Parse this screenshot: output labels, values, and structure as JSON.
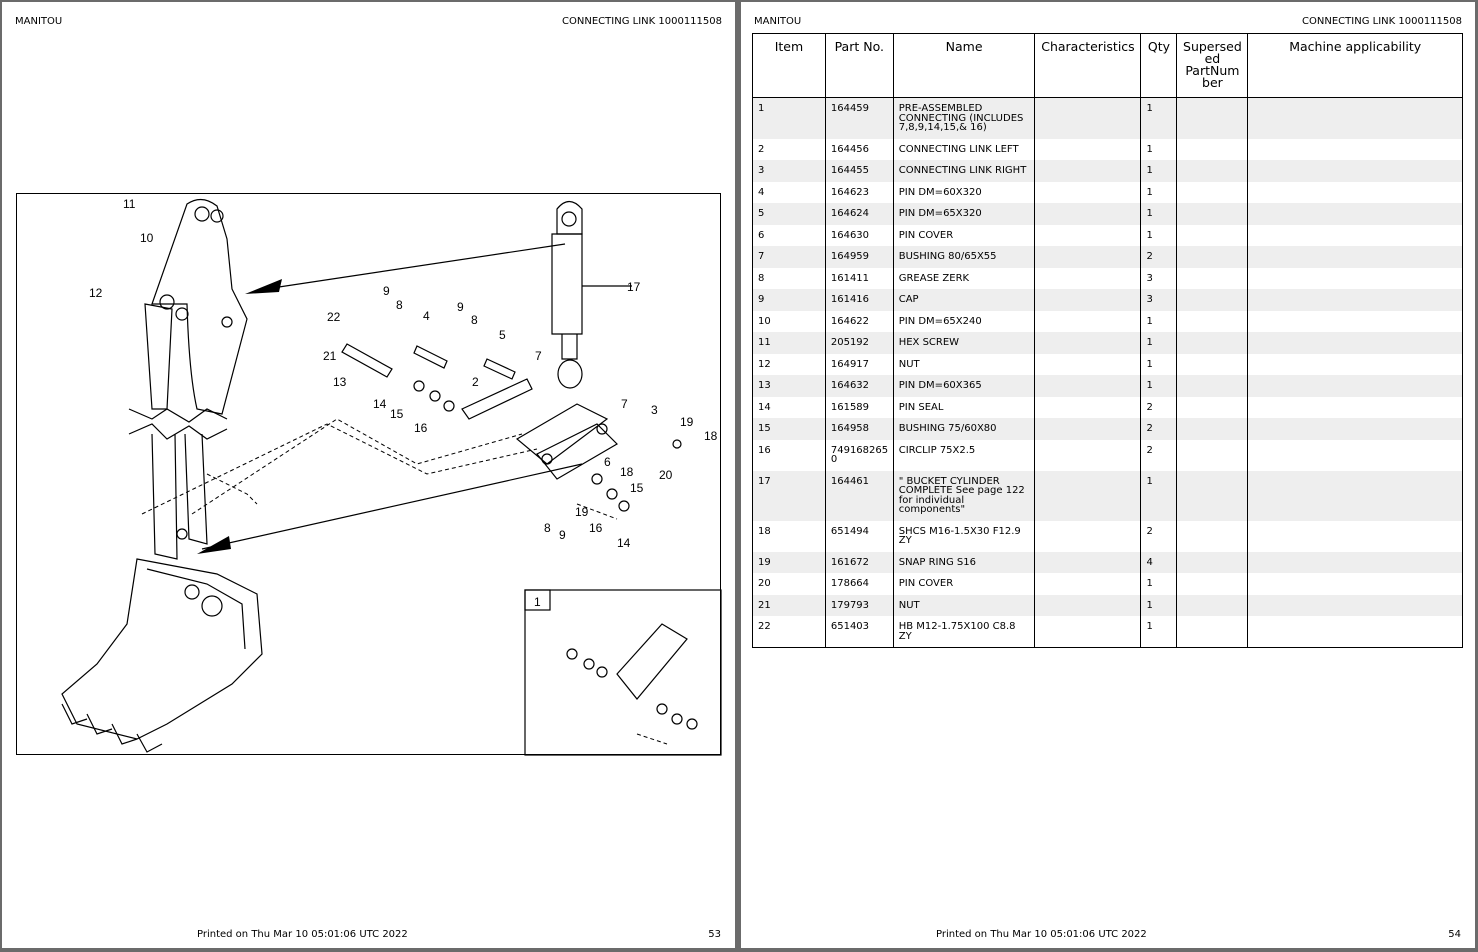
{
  "left_page": {
    "brand": "MANITOU",
    "title": "CONNECTING LINK 1000111508",
    "footer_printed": "Printed on  Thu Mar 10 05:01:06 UTC 2022",
    "page_number": "53",
    "figure": {
      "callouts": [
        "11",
        "10",
        "12",
        "9",
        "8",
        "4",
        "9",
        "8",
        "5",
        "22",
        "21",
        "13",
        "14",
        "15",
        "16",
        "2",
        "7",
        "17",
        "7",
        "3",
        "19",
        "18",
        "20",
        "6",
        "18",
        "15",
        "19",
        "16",
        "14",
        "8",
        "9"
      ],
      "inset_label": "1"
    }
  },
  "right_page": {
    "brand": "MANITOU",
    "title": "CONNECTING LINK 1000111508",
    "footer_printed": "Printed on  Thu Mar 10 05:01:06 UTC 2022",
    "page_number": "54",
    "table": {
      "headers": [
        "Item",
        "Part No.",
        "Name",
        "Characteristics",
        "Qty",
        "Supersed\ned\nPartNum\nber",
        "Machine applicability"
      ],
      "rows": [
        {
          "item": "1",
          "part": "164459",
          "name": "PRE-ASSEMBLED CONNECTING (INCLUDES 7,8,9,14,15,& 16)",
          "char": "",
          "qty": "1",
          "sup": "",
          "mach": ""
        },
        {
          "item": "2",
          "part": "164456",
          "name": "CONNECTING LINK LEFT",
          "char": "",
          "qty": "1",
          "sup": "",
          "mach": ""
        },
        {
          "item": "3",
          "part": "164455",
          "name": "CONNECTING LINK RIGHT",
          "char": "",
          "qty": "1",
          "sup": "",
          "mach": ""
        },
        {
          "item": "4",
          "part": "164623",
          "name": "PIN DM=60X320",
          "char": "",
          "qty": "1",
          "sup": "",
          "mach": ""
        },
        {
          "item": "5",
          "part": "164624",
          "name": "PIN DM=65X320",
          "char": "",
          "qty": "1",
          "sup": "",
          "mach": ""
        },
        {
          "item": "6",
          "part": "164630",
          "name": "PIN COVER",
          "char": "",
          "qty": "1",
          "sup": "",
          "mach": ""
        },
        {
          "item": "7",
          "part": "164959",
          "name": "BUSHING 80/65X55",
          "char": "",
          "qty": "2",
          "sup": "",
          "mach": ""
        },
        {
          "item": "8",
          "part": "161411",
          "name": "GREASE ZERK",
          "char": "",
          "qty": "3",
          "sup": "",
          "mach": ""
        },
        {
          "item": "9",
          "part": "161416",
          "name": "CAP",
          "char": "",
          "qty": "3",
          "sup": "",
          "mach": ""
        },
        {
          "item": "10",
          "part": "164622",
          "name": "PIN DM=65X240",
          "char": "",
          "qty": "1",
          "sup": "",
          "mach": ""
        },
        {
          "item": "11",
          "part": "205192",
          "name": "HEX SCREW",
          "char": "",
          "qty": "1",
          "sup": "",
          "mach": ""
        },
        {
          "item": "12",
          "part": "164917",
          "name": "NUT",
          "char": "",
          "qty": "1",
          "sup": "",
          "mach": ""
        },
        {
          "item": "13",
          "part": "164632",
          "name": "PIN DM=60X365",
          "char": "",
          "qty": "1",
          "sup": "",
          "mach": ""
        },
        {
          "item": "14",
          "part": "161589",
          "name": "PIN SEAL",
          "char": "",
          "qty": "2",
          "sup": "",
          "mach": ""
        },
        {
          "item": "15",
          "part": "164958",
          "name": "BUSHING 75/60X80",
          "char": "",
          "qty": "2",
          "sup": "",
          "mach": ""
        },
        {
          "item": "16",
          "part": "7491682650",
          "name": "CIRCLIP 75X2.5",
          "char": "",
          "qty": "2",
          "sup": "",
          "mach": ""
        },
        {
          "item": "17",
          "part": "164461",
          "name": "\" BUCKET CYLINDER COMPLETE   See page 122 for individual components\"",
          "char": "",
          "qty": "1",
          "sup": "",
          "mach": ""
        },
        {
          "item": "18",
          "part": "651494",
          "name": "SHCS M16-1.5X30 F12.9 ZY",
          "char": "",
          "qty": "2",
          "sup": "",
          "mach": ""
        },
        {
          "item": "19",
          "part": "161672",
          "name": "SNAP RING S16",
          "char": "",
          "qty": "4",
          "sup": "",
          "mach": ""
        },
        {
          "item": "20",
          "part": "178664",
          "name": "PIN COVER",
          "char": "",
          "qty": "1",
          "sup": "",
          "mach": ""
        },
        {
          "item": "21",
          "part": "179793",
          "name": "NUT",
          "char": "",
          "qty": "1",
          "sup": "",
          "mach": ""
        },
        {
          "item": "22",
          "part": "651403",
          "name": "HB M12-1.75X100 C8.8 ZY",
          "char": "",
          "qty": "1",
          "sup": "",
          "mach": ""
        }
      ]
    }
  }
}
